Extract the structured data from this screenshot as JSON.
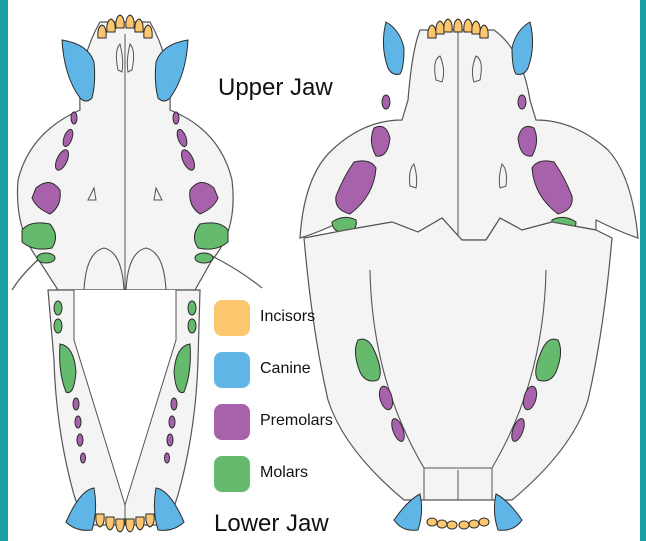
{
  "labels": {
    "upper_jaw": "Upper Jaw",
    "lower_jaw": "Lower Jaw"
  },
  "legend": [
    {
      "key": "incisors",
      "label": "Incisors",
      "color": "#fbc66d"
    },
    {
      "key": "canine",
      "label": "Canine",
      "color": "#5fb6e6"
    },
    {
      "key": "premolars",
      "label": "Premolars",
      "color": "#a862ac"
    },
    {
      "key": "molars",
      "label": "Molars",
      "color": "#66ba6e"
    }
  ],
  "colors": {
    "frame": "#1a9fa3",
    "skull_fill": "#f4f4f4",
    "outline": "#555555",
    "tooth_stroke": "#2b2b2b"
  }
}
